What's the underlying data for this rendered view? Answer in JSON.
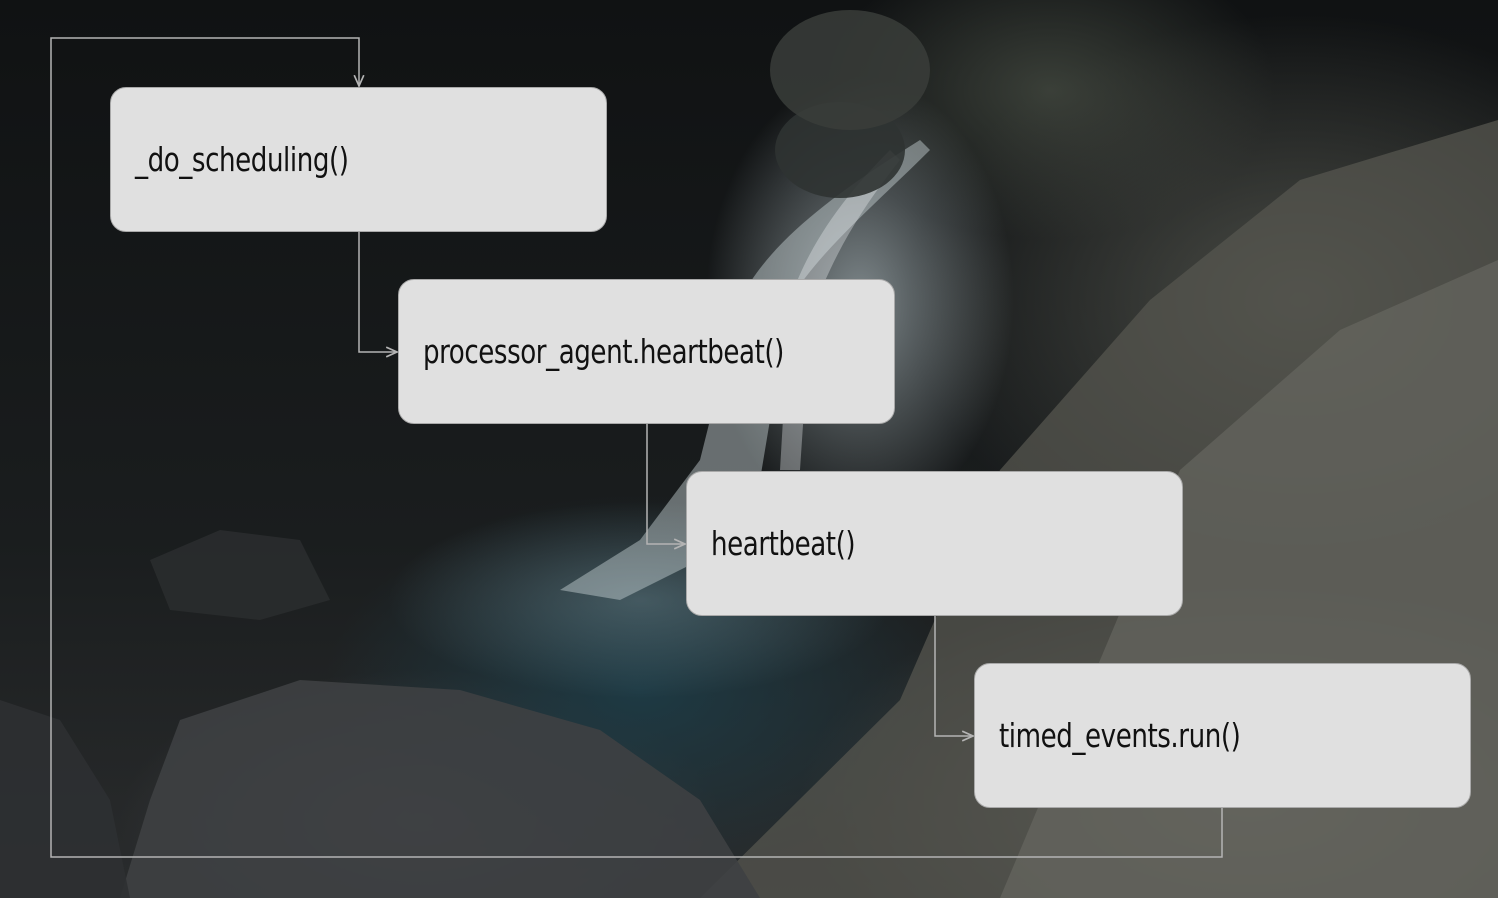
{
  "diagram": {
    "nodes": [
      {
        "id": "do-scheduling",
        "label": "_do_scheduling()"
      },
      {
        "id": "processor-agent-heartbeat",
        "label": "processor_agent.heartbeat()"
      },
      {
        "id": "heartbeat",
        "label": "heartbeat()"
      },
      {
        "id": "timed-events-run",
        "label": "timed_events.run()"
      }
    ],
    "edges": [
      {
        "from": "do-scheduling",
        "to": "processor-agent-heartbeat"
      },
      {
        "from": "processor-agent-heartbeat",
        "to": "heartbeat"
      },
      {
        "from": "heartbeat",
        "to": "timed-events-run"
      },
      {
        "from": "timed-events-run",
        "to": "do-scheduling"
      }
    ],
    "colors": {
      "node_fill": "#e0e0e0",
      "node_border": "#a9a9a9",
      "connector": "#b4b4b4",
      "text": "#111111"
    }
  }
}
